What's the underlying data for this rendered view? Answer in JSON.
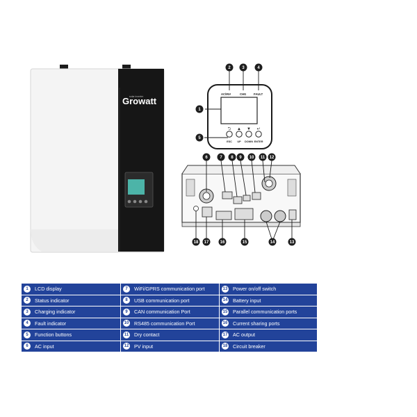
{
  "brand": {
    "logo_text": "Growatt",
    "tagline": "solar inverter"
  },
  "lcd_panel": {
    "top_indicators": [
      "AC/INV",
      "CHG",
      "FAULT"
    ],
    "button_labels": [
      "ESC",
      "UP",
      "DOWN",
      "ENTER"
    ]
  },
  "callouts": [
    "1",
    "2",
    "3",
    "4",
    "5",
    "6",
    "7",
    "8",
    "9",
    "10",
    "11",
    "12",
    "13",
    "14",
    "15",
    "16",
    "17",
    "18"
  ],
  "legend": [
    {
      "num": "1",
      "label": "LCD display"
    },
    {
      "num": "7",
      "label": "WiFi/GPRS communication port"
    },
    {
      "num": "13",
      "label": "Power on/off switch"
    },
    {
      "num": "2",
      "label": "Status indicator"
    },
    {
      "num": "8",
      "label": "USB communication port"
    },
    {
      "num": "14",
      "label": "Battery input"
    },
    {
      "num": "3",
      "label": "Charging indicator"
    },
    {
      "num": "9",
      "label": "CAN communication Port"
    },
    {
      "num": "15",
      "label": "Parallel communication ports"
    },
    {
      "num": "4",
      "label": "Fault indicator"
    },
    {
      "num": "10",
      "label": "RS485 communication Port"
    },
    {
      "num": "16",
      "label": "Current sharing ports"
    },
    {
      "num": "5",
      "label": "Function buttons"
    },
    {
      "num": "11",
      "label": "Dry contact"
    },
    {
      "num": "17",
      "label": "AC output"
    },
    {
      "num": "6",
      "label": "AC input"
    },
    {
      "num": "12",
      "label": "PV input"
    },
    {
      "num": "18",
      "label": "Circuit breaker"
    }
  ]
}
